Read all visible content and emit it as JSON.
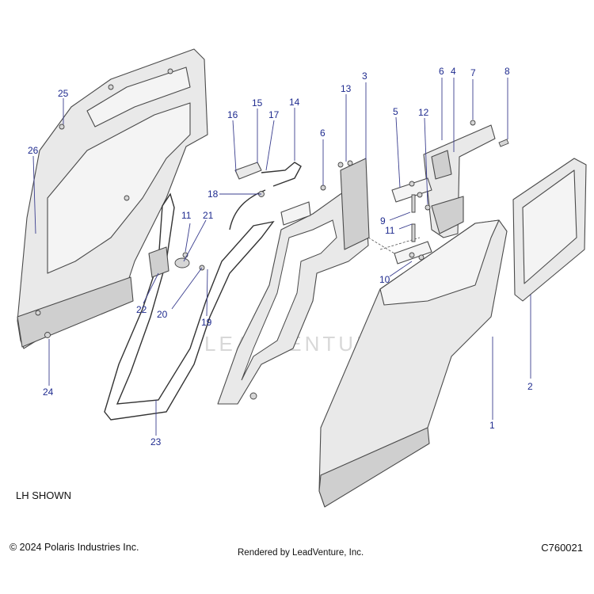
{
  "diagram": {
    "watermark": "LEADVENTURE",
    "callouts": [
      {
        "id": "c1",
        "label": "1"
      },
      {
        "id": "c2",
        "label": "2"
      },
      {
        "id": "c3",
        "label": "3"
      },
      {
        "id": "c4",
        "label": "4"
      },
      {
        "id": "c5",
        "label": "5"
      },
      {
        "id": "c6a",
        "label": "6"
      },
      {
        "id": "c6b",
        "label": "6"
      },
      {
        "id": "c7",
        "label": "7"
      },
      {
        "id": "c8",
        "label": "8"
      },
      {
        "id": "c9",
        "label": "9"
      },
      {
        "id": "c10",
        "label": "10"
      },
      {
        "id": "c11a",
        "label": "11"
      },
      {
        "id": "c11b",
        "label": "11"
      },
      {
        "id": "c12",
        "label": "12"
      },
      {
        "id": "c13",
        "label": "13"
      },
      {
        "id": "c14",
        "label": "14"
      },
      {
        "id": "c15",
        "label": "15"
      },
      {
        "id": "c16",
        "label": "16"
      },
      {
        "id": "c17",
        "label": "17"
      },
      {
        "id": "c18",
        "label": "18"
      },
      {
        "id": "c19",
        "label": "19"
      },
      {
        "id": "c20",
        "label": "20"
      },
      {
        "id": "c21",
        "label": "21"
      },
      {
        "id": "c22",
        "label": "22"
      },
      {
        "id": "c23",
        "label": "23"
      },
      {
        "id": "c24",
        "label": "24"
      },
      {
        "id": "c25",
        "label": "25"
      },
      {
        "id": "c26",
        "label": "26"
      }
    ]
  },
  "footer": {
    "note": "LH SHOWN",
    "copyright": "© 2024 Polaris Industries Inc.",
    "rendered_by": "Rendered by LeadVenture, Inc.",
    "code": "C760021"
  }
}
